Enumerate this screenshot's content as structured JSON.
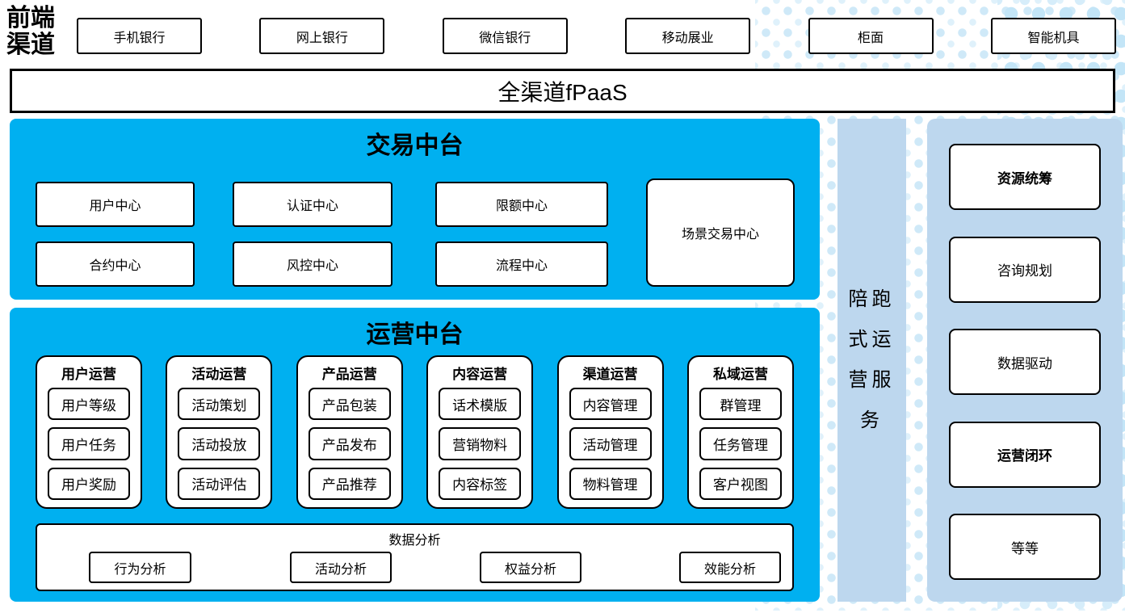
{
  "front_channels": {
    "label": "前端渠道",
    "items": [
      "手机银行",
      "网上银行",
      "微信银行",
      "移动展业",
      "柜面",
      "智能机具"
    ]
  },
  "fpaas": {
    "label": "全渠道fPaaS"
  },
  "trade_platform": {
    "title": "交易中台",
    "row1": [
      "用户中心",
      "认证中心",
      "限额中心"
    ],
    "row2": [
      "合约中心",
      "风控中心",
      "流程中心"
    ],
    "tall_box": "场景交易中心"
  },
  "operation_platform": {
    "title": "运营中台",
    "columns": [
      {
        "header": "用户运营",
        "items": [
          "用户等级",
          "用户任务",
          "用户奖励"
        ]
      },
      {
        "header": "活动运营",
        "items": [
          "活动策划",
          "活动投放",
          "活动评估"
        ]
      },
      {
        "header": "产品运营",
        "items": [
          "产品包装",
          "产品发布",
          "产品推荐"
        ]
      },
      {
        "header": "内容运营",
        "items": [
          "话术模版",
          "营销物料",
          "内容标签"
        ]
      },
      {
        "header": "渠道运营",
        "items": [
          "内容管理",
          "活动管理",
          "物料管理"
        ]
      },
      {
        "header": "私域运营",
        "items": [
          "群管理",
          "任务管理",
          "客户视图"
        ]
      }
    ],
    "data_analysis": {
      "title": "数据分析",
      "items": [
        "行为分析",
        "活动分析",
        "权益分析",
        "效能分析"
      ]
    }
  },
  "side_strip": {
    "label": "陪跑式运营服务"
  },
  "right_panel": {
    "items": [
      {
        "label": "资源统筹",
        "bold": true
      },
      {
        "label": "咨询规划",
        "bold": false
      },
      {
        "label": "数据驱动",
        "bold": false
      },
      {
        "label": "运营闭环",
        "bold": true
      },
      {
        "label": "等等",
        "bold": false
      }
    ]
  },
  "colors": {
    "accent_blue": "#00B0F0",
    "light_blue": "#BDD7EE",
    "dot_blue": "#CFE9F8"
  }
}
